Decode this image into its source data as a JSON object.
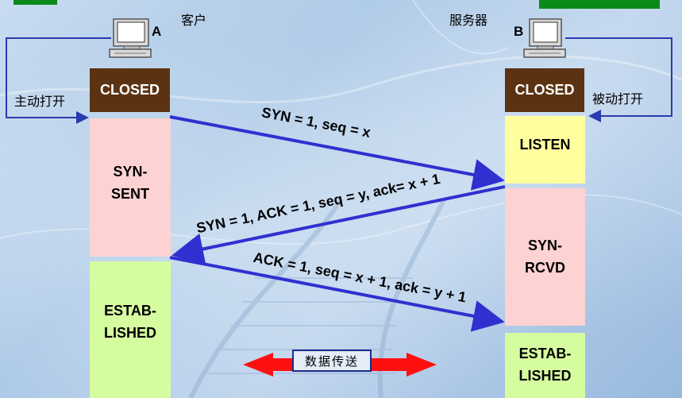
{
  "hosts": {
    "client": {
      "letter": "A",
      "caption": "客户"
    },
    "server": {
      "letter": "B",
      "caption": "服务器"
    }
  },
  "open_labels": {
    "active": "主动打开",
    "passive": "被动打开"
  },
  "client_states": [
    {
      "id": "closed",
      "label": "CLOSED"
    },
    {
      "id": "syn-sent",
      "label": "SYN-\nSENT"
    },
    {
      "id": "established",
      "label": "ESTAB-\nLISHED"
    }
  ],
  "server_states": [
    {
      "id": "closed",
      "label": "CLOSED"
    },
    {
      "id": "listen",
      "label": "LISTEN"
    },
    {
      "id": "syn-rcvd",
      "label": "SYN-\nRCVD"
    },
    {
      "id": "established",
      "label": "ESTAB-\nLISHED"
    }
  ],
  "messages": [
    {
      "id": "syn",
      "text": "SYN = 1, seq = x"
    },
    {
      "id": "syn-ack",
      "text": "SYN = 1, ACK = 1, seq = y, ack= x + 1"
    },
    {
      "id": "ack",
      "text": "ACK = 1, seq = x + 1, ack = y + 1"
    }
  ],
  "data_transfer": "数据传送",
  "colors": {
    "message_arrow": "#3030d0",
    "open_arrow": "#2a3ab0",
    "closed_fill": "#5c3312",
    "transfer_arrow": "#ff1010"
  }
}
